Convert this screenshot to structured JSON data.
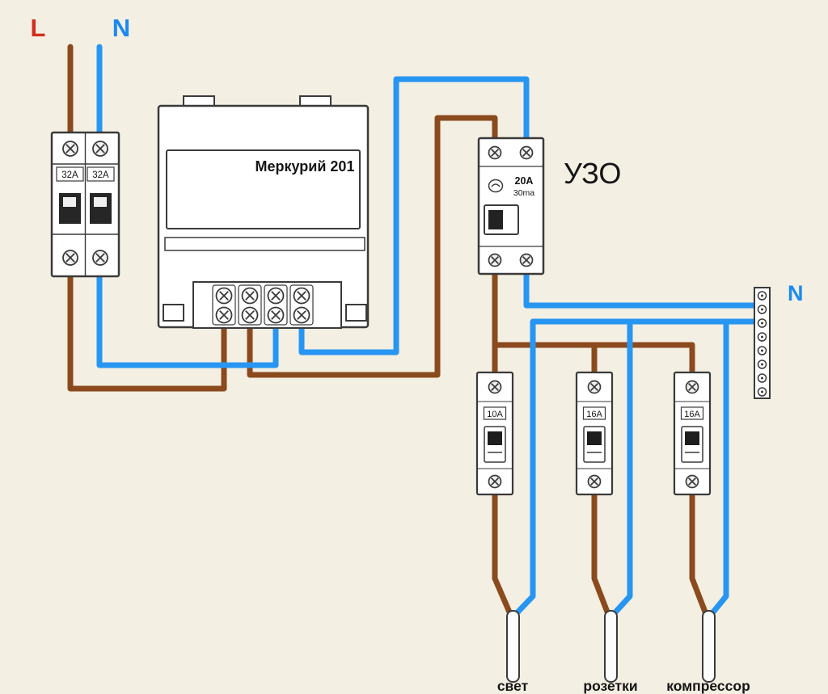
{
  "supply": {
    "live_label": "L",
    "neutral_label": "N"
  },
  "main_breaker": {
    "left_pole_rating": "32A",
    "right_pole_rating": "32A"
  },
  "meter": {
    "model": "Меркурий 201"
  },
  "rcd": {
    "title": "УЗО",
    "rating": "20A",
    "sensitivity": "30ma"
  },
  "neutral_bus": {
    "label": "N"
  },
  "branch_breakers": [
    {
      "rating": "10A",
      "circuit": "свет"
    },
    {
      "rating": "16A",
      "circuit": "розетки"
    },
    {
      "rating": "16A",
      "circuit": "компрессор"
    }
  ],
  "colors": {
    "background": "#f3efe3",
    "live_wire": "#8b4a1d",
    "neutral_wire": "#2796f2",
    "live_label": "#d02f1f",
    "neutral_label": "#1b8af0",
    "outline": "#3a3a3a"
  }
}
